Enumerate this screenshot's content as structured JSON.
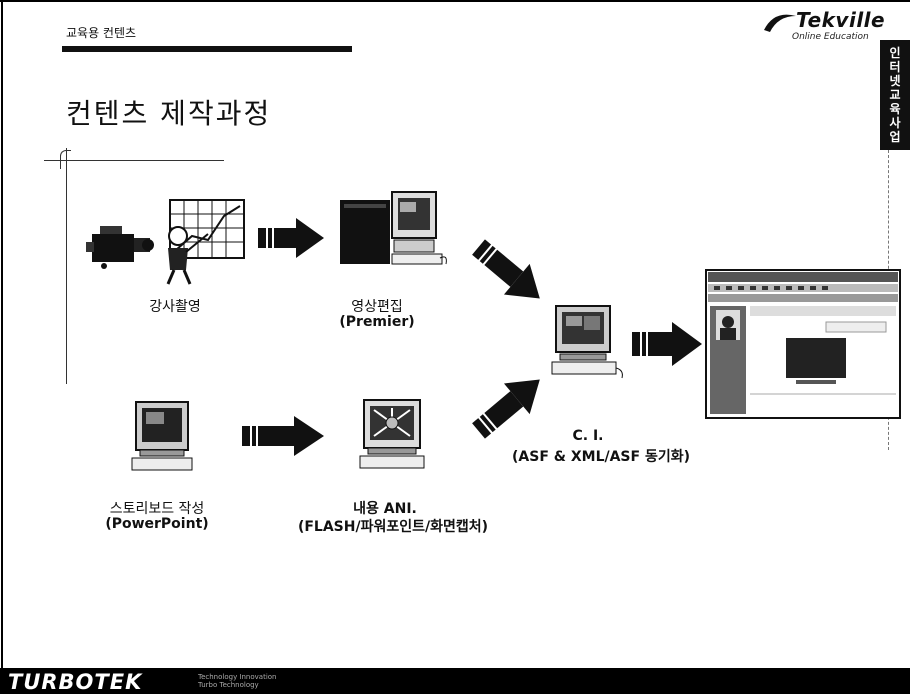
{
  "header": {
    "category_label": "교육용 컨텐츠",
    "logo_text": "Tekville",
    "logo_subtext": "Online Education",
    "side_tab_chars": [
      "인",
      "터",
      "넷",
      "교",
      "육",
      "사",
      "업"
    ]
  },
  "slide": {
    "title": "컨텐츠 제작과정"
  },
  "process": {
    "lecture_filming": "강사촬영",
    "video_edit": "영상편집",
    "video_edit_tool": "(Premier)",
    "storyboard": "스토리보드 작성",
    "storyboard_tool": "(PowerPoint)",
    "content_ani": "내용 ANI.",
    "content_ani_tools": "(FLASH/파워포인트/화면캡처)",
    "ci": "C. I.",
    "ci_detail": "(ASF & XML/ASF 동기화)"
  },
  "footer": {
    "brand": "TURBOTEK",
    "tagline_1": "Technology Innovation",
    "tagline_2": "Turbo Technology"
  },
  "colors": {
    "ink": "#111111",
    "paper": "#ffffff",
    "footer_bg": "#000000"
  }
}
